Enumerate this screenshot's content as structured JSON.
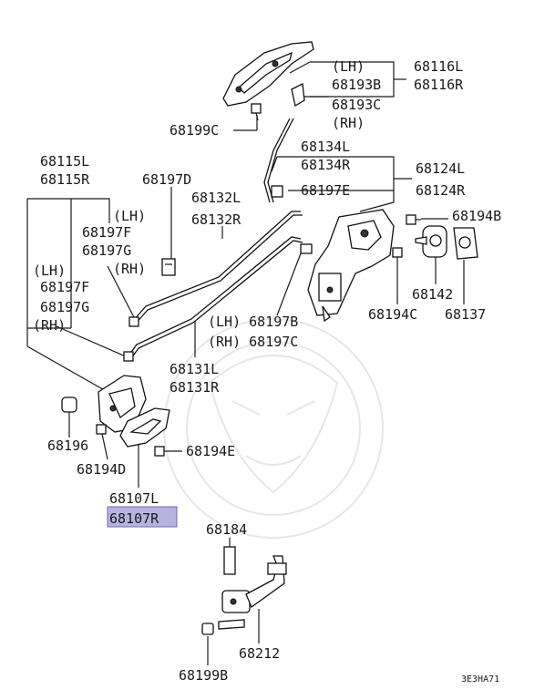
{
  "labels": {
    "lh_1": "(LH)",
    "p68116L": "68116L",
    "p68193B": "68193B",
    "p68116R": "68116R",
    "p68193C": "68193C",
    "rh_1": "(RH)",
    "p68199C": "68199C",
    "p68134L": "68134L",
    "p68134R": "68134R",
    "p68124L": "68124L",
    "p68197E": "68197E",
    "p68124R": "68124R",
    "p68115L": "68115L",
    "p68115R": "68115R",
    "p68197D": "68197D",
    "p68132L": "68132L",
    "lh_2": "(LH)",
    "p68132R": "68132R",
    "p68197F_1": "68197F",
    "p68197G_1": "68197G",
    "lh_3": "(LH)",
    "rh_2": "(RH)",
    "p68197F_2": "68197F",
    "p68197G_2": "68197G",
    "rh_3": "(RH)",
    "p68194B": "68194B",
    "p68142": "68142",
    "p68194C": "68194C",
    "p68137": "68137",
    "p68197B": "(LH) 68197B",
    "p68197C": "(RH) 68197C",
    "p68131L": "68131L",
    "p68131R": "68131R",
    "p68196": "68196",
    "p68194E": "68194E",
    "p68194D": "68194D",
    "p68107L": "68107L",
    "p68107R": "68107R",
    "p68184": "68184",
    "p68212": "68212",
    "p68199B": "68199B",
    "diagram_code": "3E3HA71"
  },
  "colors": {
    "highlight_fill": "#b7b3de",
    "line": "#1a1a1a"
  }
}
